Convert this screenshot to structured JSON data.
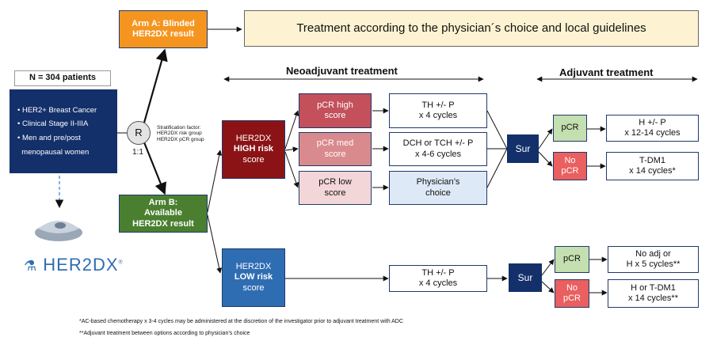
{
  "patients": {
    "count_label": "N = 304 patients",
    "criteria": [
      "HER2+ Breast Cancer",
      "Clinical Stage II-IIIA",
      "Men and pre/post",
      "menopausal women"
    ]
  },
  "brand": {
    "logo_text": "HER2DX",
    "logo_mark": "®"
  },
  "randomization": {
    "symbol": "R",
    "ratio": "1:1",
    "stratification": [
      "Stratification factor:",
      "HER2DX risk group",
      "HER2DX pCR group"
    ]
  },
  "arm_a": {
    "line1": "Arm A: Blinded",
    "line2": "HER2DX result"
  },
  "arm_a_treatment": "Treatment according to the physician´s choice and local guidelines",
  "arm_b": {
    "line1": "Arm B:",
    "line2": "Available",
    "line3": "HER2DX result"
  },
  "phases": {
    "neoadjuvant": "Neoadjuvant treatment",
    "adjuvant": "Adjuvant treatment"
  },
  "high_risk": {
    "line1": "HER2DX",
    "line2": "HIGH risk",
    "line3": "score"
  },
  "low_risk": {
    "line1": "HER2DX",
    "line2": "LOW risk",
    "line3": "score"
  },
  "pcr_groups": [
    {
      "line1": "pCR high",
      "line2": "score"
    },
    {
      "line1": "pCR med",
      "line2": "score"
    },
    {
      "line1": "pCR low",
      "line2": "score"
    }
  ],
  "high_treatments": [
    {
      "line1": "TH +/- P",
      "line2": "x 4 cycles"
    },
    {
      "line1": "DCH or TCH +/- P",
      "line2": "x 4-6 cycles"
    },
    {
      "line1": "Physician’s",
      "line2": "choice"
    }
  ],
  "low_treatment": {
    "line1": "TH +/- P",
    "line2": "x 4 cycles"
  },
  "surgery_label": "Sur",
  "high_outcomes": {
    "pcr": "pCR",
    "no_pcr_line1": "No",
    "no_pcr_line2": "pCR",
    "adj_pcr": {
      "line1": "H +/- P",
      "line2": "x 12-14 cycles"
    },
    "adj_no_pcr": {
      "line1": "T-DM1",
      "line2": "x 14 cycles*"
    }
  },
  "low_outcomes": {
    "pcr": "pCR",
    "no_pcr_line1": "No",
    "no_pcr_line2": "pCR",
    "adj_pcr": {
      "line1": "No adj or",
      "line2": "H x 5 cycles**"
    },
    "adj_no_pcr": {
      "line1": "H or T-DM1",
      "line2": "x 14 cycles**"
    }
  },
  "footnotes": [
    "*AC-based chemotherapy x 3-4 cycles may be administered at the discretion of the investigator prior to adjuvant treatment with ADC",
    "**Adjuvant treatment between options according to physician’s choice"
  ],
  "colors": {
    "navy": "#13306a",
    "arm_a": "#f5951f",
    "arm_b": "#4a7f2f",
    "high": "#8b1316",
    "low": "#2f6db3",
    "pcr_high": "#c3505b",
    "pcr_med": "#d98a8d",
    "pcr_low": "#f3d6d8",
    "treat": "#dde9f6",
    "arm_a_treat": "#fdf3d2",
    "pcr_green": "#c4dfb0",
    "no_pcr_red": "#ea5f5f"
  }
}
